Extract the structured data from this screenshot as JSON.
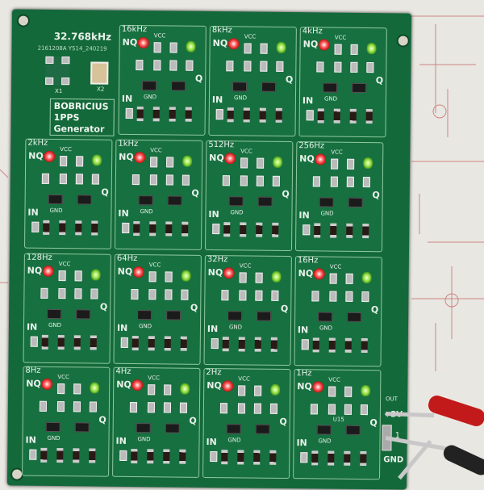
{
  "board": {
    "crystal_label": "32.768kHz",
    "crystal_part": "2161208A Y514_240219",
    "x1_label": "X1",
    "x2_label": "X2",
    "title_lines": [
      "BOBRICIUS",
      "1PPS",
      "Generator"
    ],
    "labels": {
      "nq": "NQ",
      "in": "IN",
      "q": "Q",
      "vcc": "VCC",
      "gnd": "GND"
    },
    "output": {
      "title": "OUT",
      "plus": "+3V",
      "pin": "1",
      "gnd": "GND"
    },
    "colors": {
      "board": "#14693a",
      "led_red": "#ff3030",
      "led_green": "#8fe040",
      "clip": "#c21a1a"
    },
    "modules": [
      {
        "freq": "16kHz"
      },
      {
        "freq": "8kHz"
      },
      {
        "freq": "4kHz"
      },
      {
        "freq": "2kHz"
      },
      {
        "freq": "1kHz"
      },
      {
        "freq": "512Hz"
      },
      {
        "freq": "256Hz"
      },
      {
        "freq": "128Hz"
      },
      {
        "freq": "64Hz"
      },
      {
        "freq": "32Hz"
      },
      {
        "freq": "16Hz"
      },
      {
        "freq": "8Hz"
      },
      {
        "freq": "4Hz"
      },
      {
        "freq": "2Hz"
      },
      {
        "freq": "1Hz"
      }
    ],
    "module_ic_label_last": "U15"
  }
}
